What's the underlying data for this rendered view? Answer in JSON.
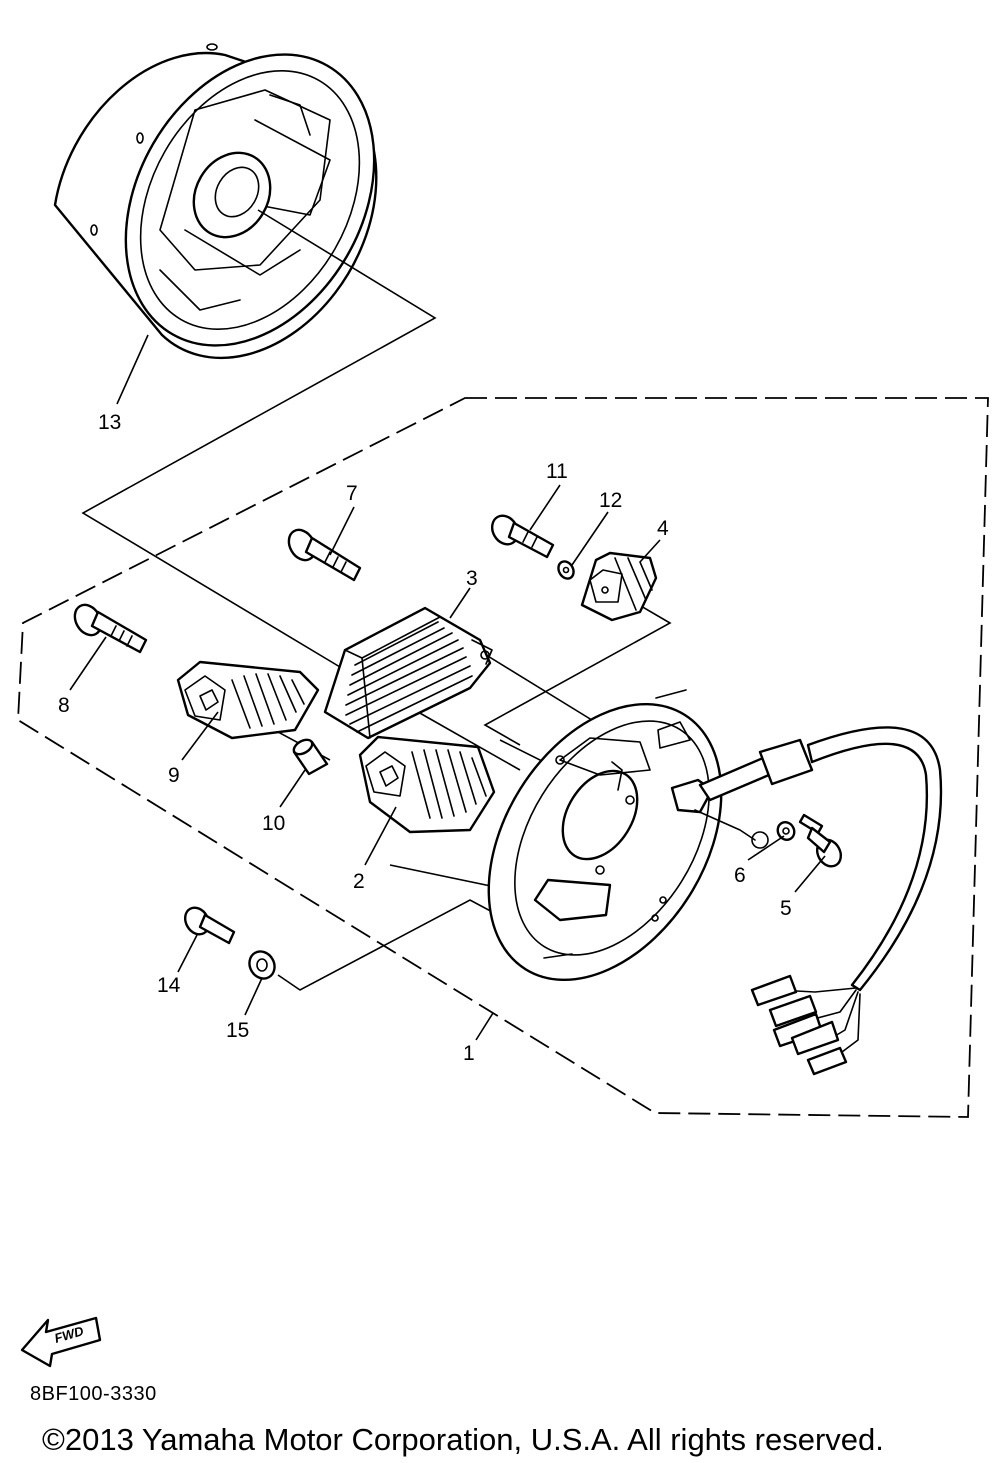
{
  "diagram": {
    "callouts": {
      "c1": "1",
      "c2": "2",
      "c3": "3",
      "c4": "4",
      "c5": "5",
      "c6": "6",
      "c7": "7",
      "c8": "8",
      "c9": "9",
      "c10": "10",
      "c11": "11",
      "c12": "12",
      "c13": "13",
      "c14": "14",
      "c15": "15"
    },
    "fwd_label": "FWD",
    "drawing_code": "8BF100-3330"
  },
  "footer": {
    "copyright": "©2013 Yamaha Motor Corporation, U.S.A. All rights reserved."
  }
}
